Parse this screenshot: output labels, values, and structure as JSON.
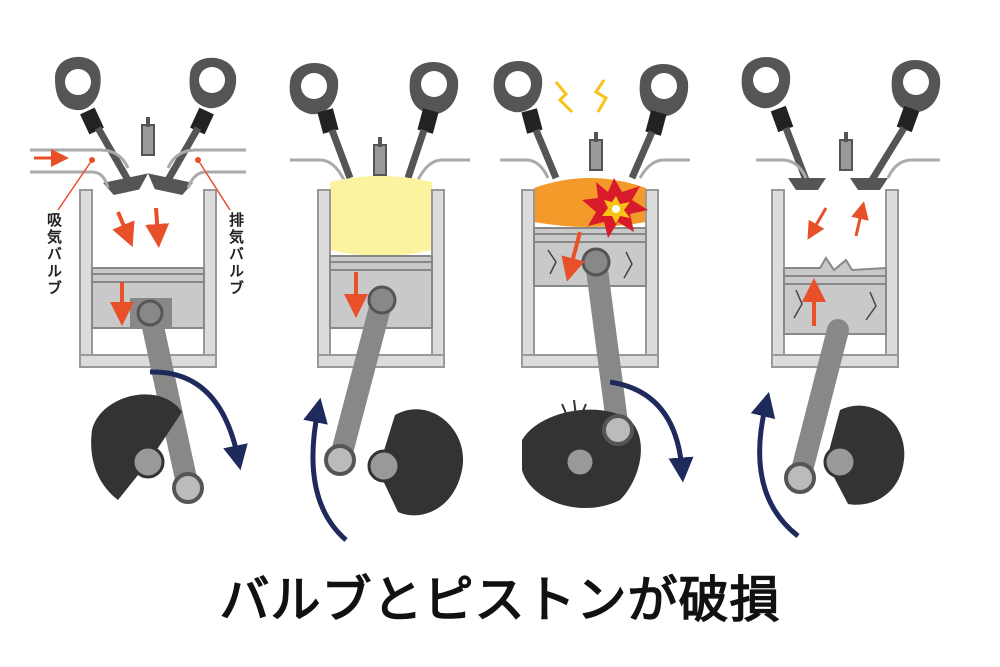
{
  "labels": {
    "intake_valve": "吸気バルブ",
    "exhaust_valve": "排気バルブ"
  },
  "caption": "バルブとピストンが破損",
  "colors": {
    "metal_dark": "#555555",
    "metal_light": "#a9a9a9",
    "cylinder": "#dcdcdc",
    "crank": "#333333",
    "arrow_red": "#e8502a",
    "arrow_navy": "#1f2a5c",
    "mixture_yellow": "#fcf3a0",
    "combustion_orange": "#f39a2b",
    "spark_yellow": "#f7c316"
  },
  "icons": [
    "explosion-icon",
    "spark-icon",
    "rotation-arrow-icon",
    "flow-arrow-icon"
  ]
}
